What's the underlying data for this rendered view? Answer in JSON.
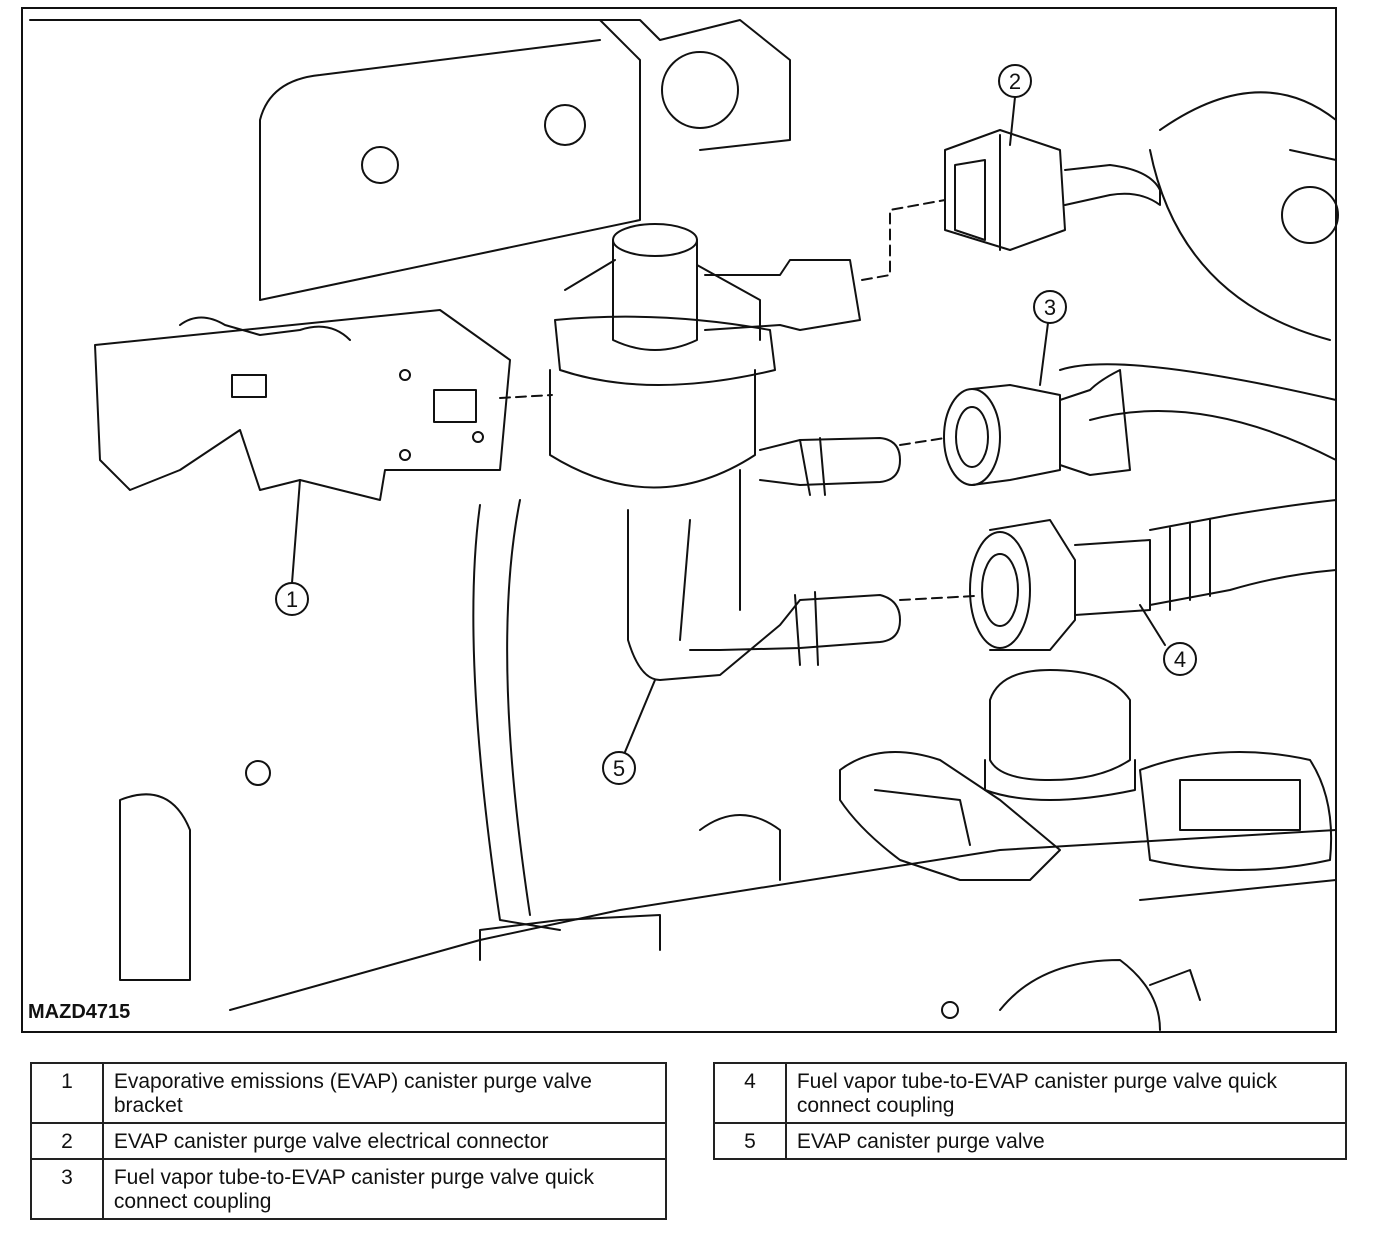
{
  "figure_id": "MAZD4715",
  "callouts": [
    {
      "number": "1"
    },
    {
      "number": "2"
    },
    {
      "number": "3"
    },
    {
      "number": "4"
    },
    {
      "number": "5"
    }
  ],
  "legend": {
    "left": [
      {
        "number": "1",
        "description": "Evaporative emissions (EVAP) canister purge valve bracket"
      },
      {
        "number": "2",
        "description": "EVAP canister purge valve electrical connector"
      },
      {
        "number": "3",
        "description": "Fuel vapor tube-to-EVAP canister purge valve quick connect coupling"
      }
    ],
    "right": [
      {
        "number": "4",
        "description": "Fuel vapor tube-to-EVAP canister purge valve quick connect coupling"
      },
      {
        "number": "5",
        "description": "EVAP canister purge valve"
      }
    ]
  },
  "colors": {
    "ink": "#111111",
    "paper": "#ffffff"
  }
}
